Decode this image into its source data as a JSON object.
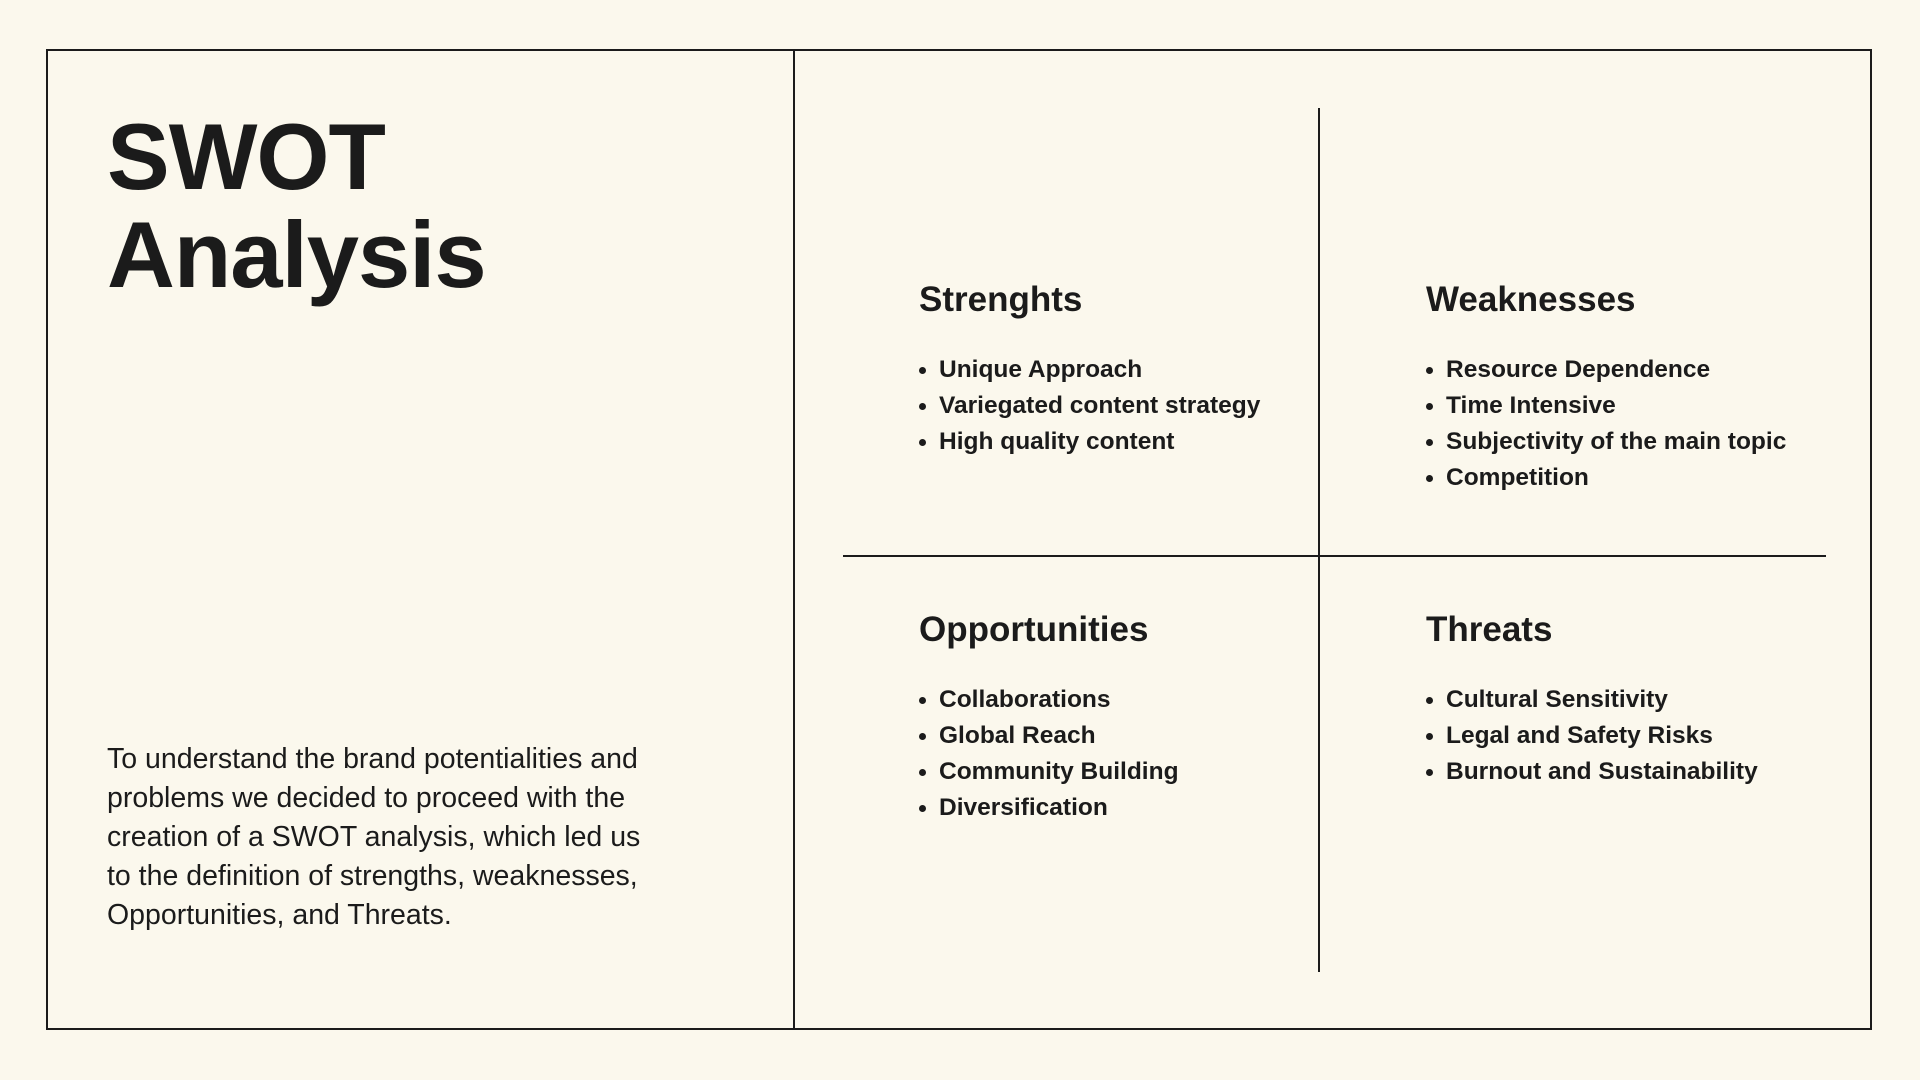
{
  "title": {
    "line1": "SWOT",
    "line2": "Analysis"
  },
  "description": "To understand the brand potentialities and problems we decided to proceed with the creation of a SWOT analysis, which led us to the definition of strengths, weaknesses, Opportunities, and Threats.",
  "quadrants": {
    "strengths": {
      "heading": "Strenghts",
      "items": [
        "Unique Approach",
        "Variegated content strategy",
        "High quality content"
      ]
    },
    "weaknesses": {
      "heading": "Weaknesses",
      "items": [
        "Resource Dependence",
        "Time Intensive",
        "Subjectivity of the main topic",
        "Competition"
      ]
    },
    "opportunities": {
      "heading": "Opportunities",
      "items": [
        "Collaborations",
        "Global Reach",
        "Community Building",
        "Diversification"
      ]
    },
    "threats": {
      "heading": "Threats",
      "items": [
        "Cultural Sensitivity",
        "Legal and Safety Risks",
        "Burnout and Sustainability"
      ]
    }
  },
  "colors": {
    "background": "#fbf8ed",
    "ink": "#1b1b1b"
  }
}
